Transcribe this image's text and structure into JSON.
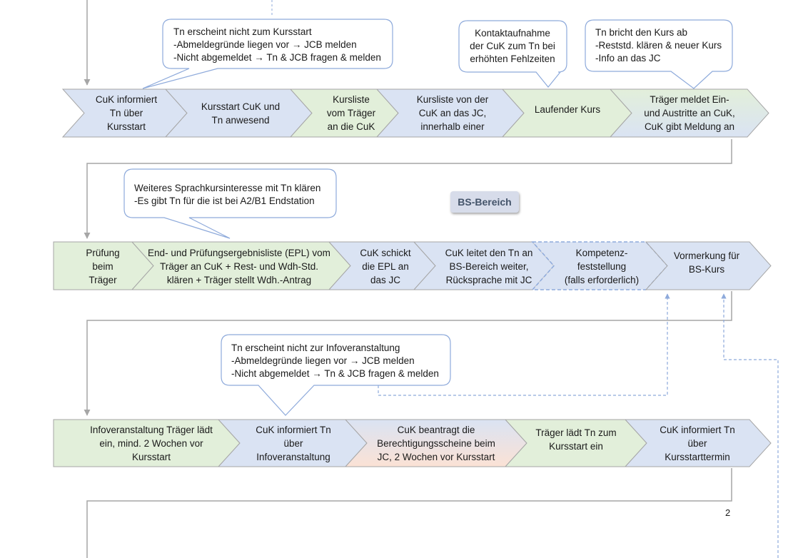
{
  "colors": {
    "blue": "#dae3f3",
    "green": "#e2efda",
    "outline": "#a6a6a6",
    "connector": "#a6a6a6",
    "callout_border": "#8eaadb",
    "dashed_connector": "#8eaadb",
    "badge_fill": "#d7dcea",
    "badge_text": "#44546a",
    "peach": "#fbe2d5"
  },
  "row1": [
    {
      "text": "CuK informiert\nTn über\nKursstart",
      "color": "blue"
    },
    {
      "text": "Kursstart CuK und\nTn anwesend",
      "color": "blue"
    },
    {
      "text": "Kursliste\nvom Träger\nan die CuK",
      "color": "green"
    },
    {
      "text": "Kursliste von der\nCuK an das JC,\ninnerhalb einer",
      "color": "blue"
    },
    {
      "text": "Laufender Kurs",
      "color": "green"
    },
    {
      "text": "Träger meldet Ein-\nund Austritte an CuK,\nCuK gibt Meldung an",
      "color": "green-blue"
    }
  ],
  "row2": [
    {
      "text": "Prüfung\nbeim\nTräger",
      "color": "green"
    },
    {
      "text": "End- und Prüfungsergebnisliste (EPL) vom\nTräger an CuK + Rest- und Wdh-Std.\nklären + Träger stellt Wdh.-Antrag",
      "color": "green"
    },
    {
      "text": "CuK schickt\ndie EPL an\ndas JC",
      "color": "blue"
    },
    {
      "text": "CuK leitet den Tn an\nBS-Bereich weiter,\nRücksprache mit JC",
      "color": "blue"
    },
    {
      "text": "Kompetenz-\nfeststellung\n(falls erforderlich)",
      "color": "blue"
    },
    {
      "text": "Vormerkung für\nBS-Kurs",
      "color": "blue"
    }
  ],
  "row3": [
    {
      "text": "Infoveranstaltung Träger lädt\nein, mind. 2 Wochen vor\nKursstart",
      "color": "green"
    },
    {
      "text": "CuK informiert Tn\nüber\nInfoveranstaltung",
      "color": "blue"
    },
    {
      "text": "CuK beantragt die\nBerechtigungsscheine beim\nJC, 2 Wochen vor Kursstart",
      "color": "blue-peach"
    },
    {
      "text": "Träger lädt Tn zum\nKursstart ein",
      "color": "green"
    },
    {
      "text": "CuK informiert Tn\nüber\nKursstarttermin",
      "color": "blue"
    }
  ],
  "callouts": [
    {
      "text": "Tn erscheint nicht zum Kursstart\n-Abmeldegründe liegen vor → JCB melden\n-Nicht abgemeldet → Tn & JCB fragen & melden"
    },
    {
      "text": "Kontaktaufnahme\nder CuK zum Tn bei\nerhöhten Fehlzeiten"
    },
    {
      "text": "Tn bricht den Kurs ab\n-Reststd. klären & neuer Kurs\n-Info an das JC"
    },
    {
      "text": "Weiteres Sprachkursinteresse mit Tn klären\n-Es gibt Tn für die ist bei A2/B1 Endstation"
    },
    {
      "text": "Tn erscheint nicht zur Infoveranstaltung\n-Abmeldegründe liegen vor → JCB melden\n-Nicht abgemeldet → Tn & JCB fragen & melden"
    }
  ],
  "badge": "BS-Bereich",
  "page_number": "2"
}
